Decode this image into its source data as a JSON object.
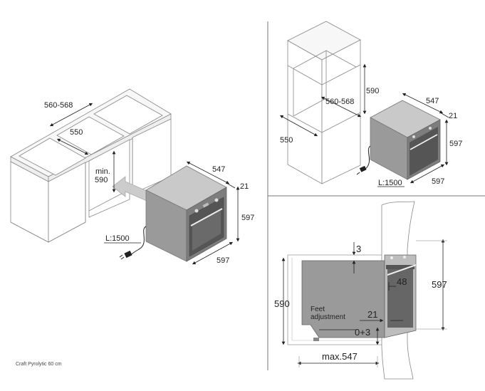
{
  "left_view": {
    "cabinet_width": "560-568",
    "cabinet_depth": "550",
    "min_height_label": "min.",
    "min_height_value": "590",
    "oven_depth": "547",
    "front_thickness": "21",
    "oven_height": "597",
    "oven_width": "597",
    "cable_length": "L:1500"
  },
  "top_right_view": {
    "niche_height": "590",
    "niche_width": "560-568",
    "niche_depth": "550",
    "oven_depth": "547",
    "front_thickness": "21",
    "oven_height": "597",
    "oven_width": "597",
    "cable_length": "L:1500"
  },
  "bottom_right_view": {
    "top_gap": "3",
    "niche_height": "590",
    "oven_height": "597",
    "handle_offset": "48",
    "front_thickness": "21",
    "feet_label_line1": "Feet",
    "feet_label_line2": "adjustment",
    "feet_range": "0+3",
    "max_depth": "max.547"
  },
  "caption": "Craft Pyrolytic 60 cm"
}
